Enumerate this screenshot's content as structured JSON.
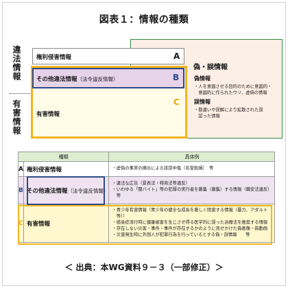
{
  "title": "図表１：情報の種類",
  "diagram": {
    "left_labels": {
      "illegal": "違法情報",
      "harmful": "有害情報"
    },
    "box_a": {
      "label": "権利侵害情報",
      "letter": "A"
    },
    "box_b": {
      "label": "その他違法情報",
      "sub": "（法令違反情報）",
      "letter": "B"
    },
    "box_c": {
      "label": "有害情報",
      "letter": "C"
    },
    "side": {
      "title": "偽・誤情報",
      "misinfo_title": "偽情報",
      "misinfo_lines": [
        "・人を意図させる目的のために意図的・",
        "　意図的に作られたウソ、虚偽の情報"
      ],
      "disinfo_title": "誤情報",
      "disinfo_lines": [
        "・勘違いや誤解により拡散された誤",
        "　認った情報"
      ]
    }
  },
  "table": {
    "headers": [
      "種類",
      "具体例"
    ],
    "rows": [
      {
        "letter": "A",
        "category": "権利侵害情報",
        "sub": "",
        "examples": [
          "・虚偽の事実の摘示による誹謗中傷（名誉毀損）　等"
        ]
      },
      {
        "letter": "B",
        "category": "その他違法情報",
        "sub": "（法令違反情報）",
        "examples": [
          "・違法な広告（景表法・特商法等違反）",
          "・いわゆる「闇バイト」等の犯罪の実行者を募集（募集）する情報（職安法違反）",
          "　等"
        ]
      },
      {
        "letter": "C",
        "category": "有害情報",
        "sub": "",
        "examples": [
          "・青少年有害情報（青少年の健全な成長を著しく阻害する情報（暴力、アダルト",
          "　等））",
          "・感染症流行時に健康被害を生じさせ得る医学的に誤った治療法を推奨する情報",
          "・存在しない災害・事件・事件が存在するかのように見せかけた偽画像・偽動画",
          "・災害発生時に外国人が犯罪行為を行っているとする偽・誤情報　　等"
        ]
      }
    ]
  },
  "source": "＜ 出典：本WG資料９－３（一部修正）＞",
  "colors": {
    "b_border": "#2c4a8a",
    "b_fill": "#e6d3ea",
    "c_border": "#f2b51f",
    "c_fill": "#fff8cf",
    "side_fill": "#fcefe6",
    "side_border": "#2f8a3a",
    "table_header": "#dceed0"
  }
}
